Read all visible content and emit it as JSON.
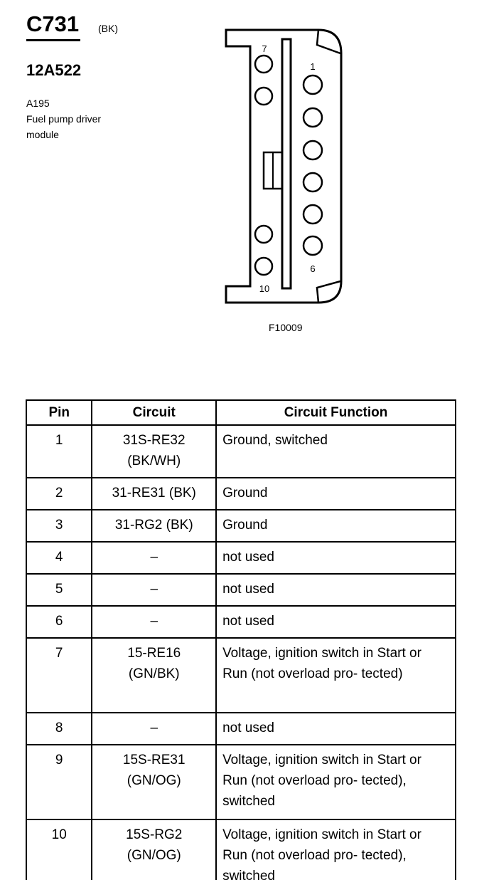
{
  "header": {
    "connector_id": "C731",
    "connector_color": "(BK)",
    "part_number": "12A522",
    "component_id": "A195",
    "component_name": "Fuel pump driver module"
  },
  "diagram": {
    "pin_labels": [
      "7",
      "1",
      "6",
      "10"
    ],
    "figure_id": "F10009"
  },
  "table": {
    "headers": [
      "Pin",
      "Circuit",
      "Circuit Function"
    ],
    "rows": [
      {
        "pin": "1",
        "circuit": "31S-RE32 (BK/WH)",
        "function": "Ground, switched"
      },
      {
        "pin": "2",
        "circuit": "31-RE31 (BK)",
        "function": "Ground"
      },
      {
        "pin": "3",
        "circuit": "31-RG2 (BK)",
        "function": "Ground"
      },
      {
        "pin": "4",
        "circuit": "–",
        "function": "not used"
      },
      {
        "pin": "5",
        "circuit": "–",
        "function": "not used"
      },
      {
        "pin": "6",
        "circuit": "–",
        "function": "not used"
      },
      {
        "pin": "7",
        "circuit": "15-RE16 (GN/BK)",
        "function": "Voltage, ignition switch in Start or Run (not overload pro- tected)"
      },
      {
        "pin": "8",
        "circuit": "–",
        "function": "not used"
      },
      {
        "pin": "9",
        "circuit": "15S-RE31 (GN/OG)",
        "function": "Voltage, ignition switch in Start or Run (not overload pro- tected), switched"
      },
      {
        "pin": "10",
        "circuit": "15S-RG2 (GN/OG)",
        "function": "Voltage, ignition switch in Start or Run (not overload pro- tected), switched"
      }
    ]
  }
}
